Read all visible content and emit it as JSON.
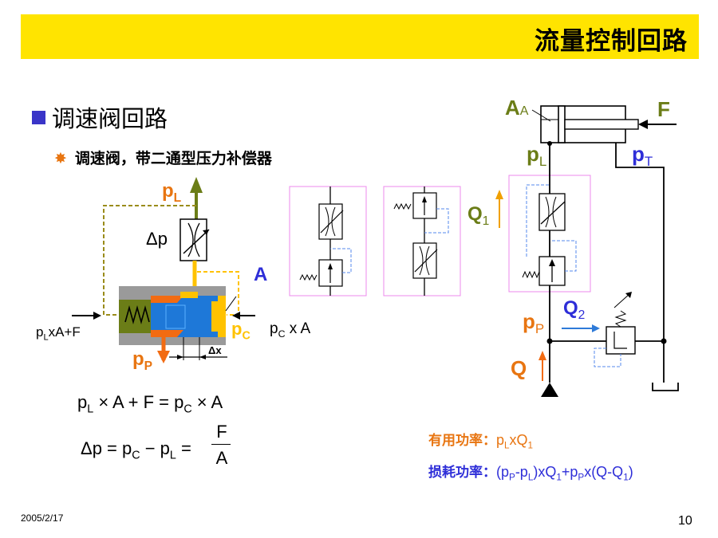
{
  "header": {
    "title": "流量控制回路"
  },
  "section": {
    "heading": "调速阀回路",
    "subheading": "调速阀，带二通型压力补偿器"
  },
  "valve_fig": {
    "pL": "p",
    "pL_sub": "L",
    "dp": "Δp",
    "A": "A",
    "pC": "p",
    "pC_sub": "C",
    "pCxA_p": "p",
    "pCxA_sub": "C",
    "pCxA_rest": " x A",
    "pLxA_p": "p",
    "pLxA_sub": "L",
    "pLxA_rest": "xA+F",
    "pP": "p",
    "pP_sub": "P",
    "dx": "Δx"
  },
  "equations": {
    "eq1_a": "p",
    "eq1_a_sub": "L",
    "eq1_b": " × A + F = p",
    "eq1_b_sub": "C",
    "eq1_c": " × A",
    "eq2_a": "Δp = p",
    "eq2_a_sub": "C",
    "eq2_b": " − p",
    "eq2_b_sub": "L",
    "eq2_c": " =",
    "eq2_num": "F",
    "eq2_den": "A"
  },
  "circuit": {
    "A": "A",
    "A_sub": "A",
    "F": "F",
    "pL": "p",
    "pL_sub": "L",
    "pT": "p",
    "pT_sub": "T",
    "Q1": "Q",
    "Q1_sub": "1",
    "Q2": "Q",
    "Q2_sub": "2",
    "pP": "p",
    "pP_sub": "P",
    "Q": "Q"
  },
  "power": {
    "useful_label": "有用功率：",
    "useful_a": "p",
    "useful_a_sub": "L",
    "useful_b": "xQ",
    "useful_b_sub": "1",
    "loss_label": "损耗功率：",
    "loss_1": "(p",
    "loss_1_sub": "P",
    "loss_2": "-p",
    "loss_2_sub": "L",
    "loss_3": ")xQ",
    "loss_3_sub": "1",
    "loss_4": "+p",
    "loss_4_sub": "P",
    "loss_5": "x(Q-Q",
    "loss_5_sub": "1",
    "loss_6": ")"
  },
  "footer": {
    "date": "2005/2/17",
    "page": "10"
  },
  "colors": {
    "banner": "#ffe400",
    "bullet": "#3a35c8",
    "orange": "#e87511",
    "blue": "#2e2ed8",
    "olive": "#6b7d17",
    "pink": "#ee88ee"
  }
}
